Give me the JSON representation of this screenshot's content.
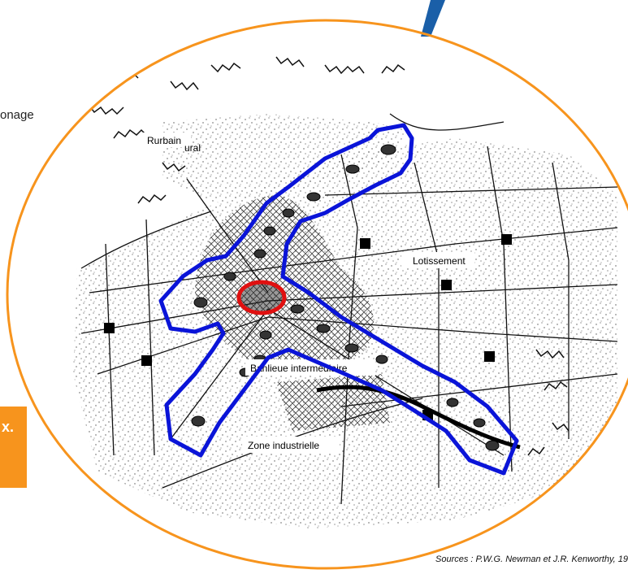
{
  "page": {
    "left_text": "onage",
    "orange_box_text": "x.",
    "source_text": "Sources : P.W.G. Newman et J.R. Kenworthy, 19"
  },
  "map": {
    "labels": {
      "rurbain": "Rurbain",
      "rural": "ural",
      "lotissement": "Lotissement",
      "banlieue": "Banlieue intermédiaire",
      "zone": "Zone industrielle"
    }
  },
  "colors": {
    "circle": "#f7941d",
    "corridor": "#0a14d8",
    "center": "#e01010",
    "accent": "#1a5fa8"
  }
}
